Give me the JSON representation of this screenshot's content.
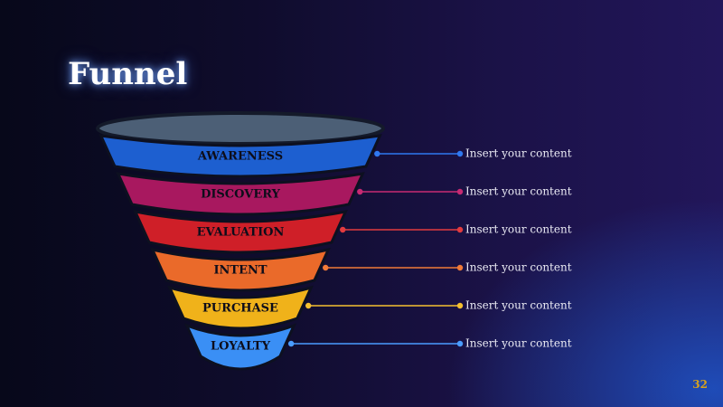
{
  "title": "Funnel",
  "page_number": "32",
  "stages": [
    {
      "label": "AWARENESS",
      "content": "Insert your content",
      "color": "#1d5fd0",
      "accent": "#2f79f0"
    },
    {
      "label": "DISCOVERY",
      "content": "Insert your content",
      "color": "#a8185f",
      "accent": "#c72a72"
    },
    {
      "label": "EVALUATION",
      "content": "Insert your content",
      "color": "#cf1f28",
      "accent": "#e23b3f"
    },
    {
      "label": "INTENT",
      "content": "Insert your content",
      "color": "#ea6a2a",
      "accent": "#f07a38"
    },
    {
      "label": "PURCHASE",
      "content": "Insert your content",
      "color": "#f0b21a",
      "accent": "#f5c030"
    },
    {
      "label": "LOYALTY",
      "content": "Insert your content",
      "color": "#3a8ff5",
      "accent": "#4a9cff"
    }
  ],
  "funnel_top_color": "#4c5f76"
}
